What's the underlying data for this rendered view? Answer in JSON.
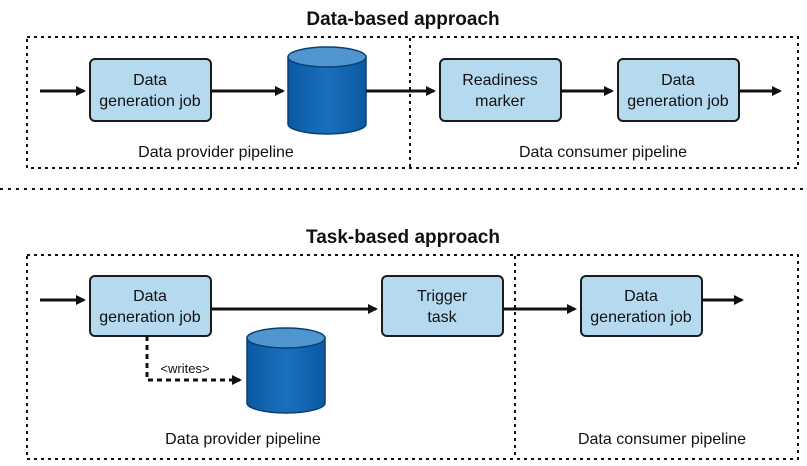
{
  "sections": {
    "data_based": {
      "title": "Data-based approach",
      "provider_job_line1": "Data",
      "provider_job_line2": "generation job",
      "readiness_line1": "Readiness",
      "readiness_line2": "marker",
      "consumer_job_line1": "Data",
      "consumer_job_line2": "generation job",
      "provider_caption": "Data provider pipeline",
      "consumer_caption": "Data consumer pipeline"
    },
    "task_based": {
      "title": "Task-based approach",
      "provider_job_line1": "Data",
      "provider_job_line2": "generation job",
      "trigger_line1": "Trigger",
      "trigger_line2": "task",
      "consumer_job_line1": "Data",
      "consumer_job_line2": "generation job",
      "writes_label": "<writes>",
      "provider_caption": "Data provider pipeline",
      "consumer_caption": "Data consumer pipeline"
    }
  },
  "colors": {
    "box_fill": "#b5d9ef",
    "box_stroke": "#1b1b1b",
    "db_fill": "#0a5ea8",
    "db_top": "#4f95cf",
    "frame": "#111111"
  }
}
